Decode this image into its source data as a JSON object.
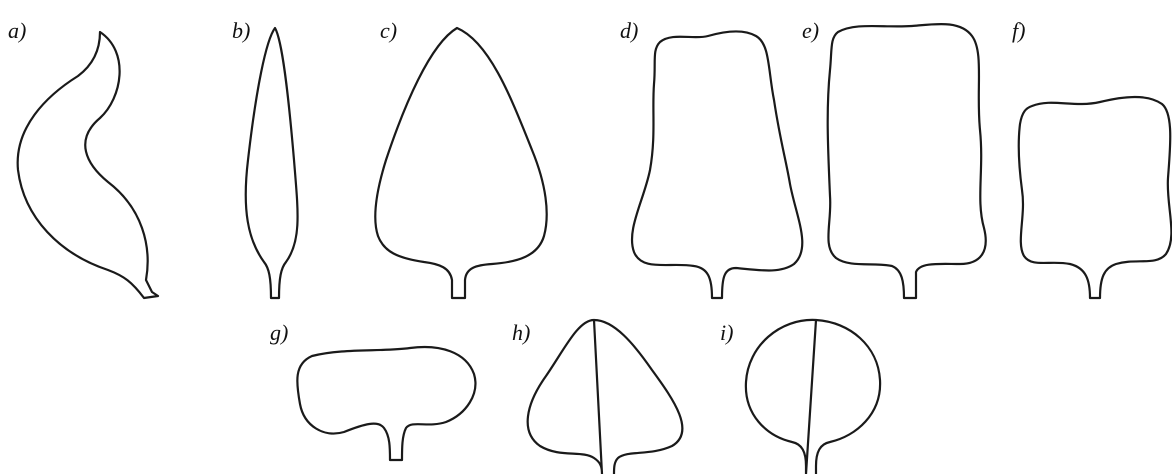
{
  "figure": {
    "panels": [
      {
        "id": "a",
        "label": "a)"
      },
      {
        "id": "b",
        "label": "b)"
      },
      {
        "id": "c",
        "label": "c)"
      },
      {
        "id": "d",
        "label": "d)"
      },
      {
        "id": "e",
        "label": "e)"
      },
      {
        "id": "f",
        "label": "f)"
      },
      {
        "id": "g",
        "label": "g)"
      },
      {
        "id": "h",
        "label": "h)"
      },
      {
        "id": "i",
        "label": "i)"
      }
    ]
  }
}
